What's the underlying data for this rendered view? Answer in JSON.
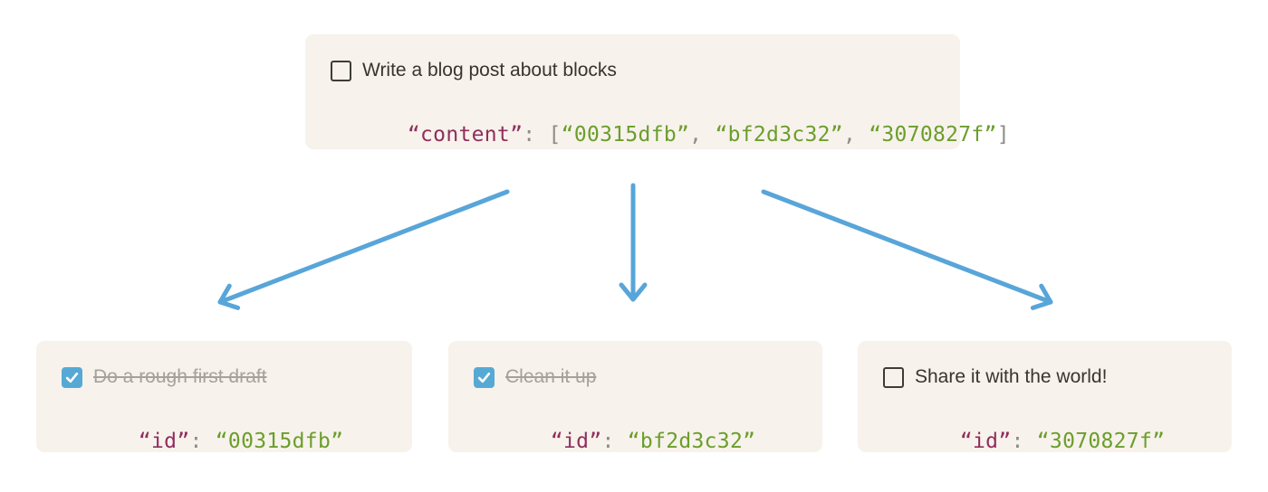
{
  "colors": {
    "page_bg": "#ffffff",
    "card_bg": "#f7f2eb",
    "text_dark": "#37352f",
    "text_strike": "#a5a19d",
    "checkbox_border": "#3f3c37",
    "checkbox_checked_bg": "#57a9d5",
    "arrow_blue": "#58a5d9",
    "code_key": "#8f2e5e",
    "code_punct": "#8e8c88",
    "code_value": "#6b9e2c"
  },
  "parent_block": {
    "checked": false,
    "title": "Write a blog post about blocks",
    "code": {
      "key": "“content”",
      "colon_space": ": ",
      "open_bracket": "[",
      "items": [
        "“00315dfb”",
        "“bf2d3c32”",
        "“3070827f”"
      ],
      "comma_space": ", ",
      "close_bracket": "]"
    }
  },
  "child_blocks": [
    {
      "checked": true,
      "title": "Do a rough first draft",
      "code": {
        "key": "“id”",
        "colon_space": ": ",
        "value": "“00315dfb”"
      }
    },
    {
      "checked": true,
      "title": "Clean it up",
      "code": {
        "key": "“id”",
        "colon_space": ": ",
        "value": "“bf2d3c32”"
      }
    },
    {
      "checked": false,
      "title": "Share it with the world!",
      "code": {
        "key": "“id”",
        "colon_space": ": ",
        "value": "“3070827f”"
      }
    }
  ]
}
